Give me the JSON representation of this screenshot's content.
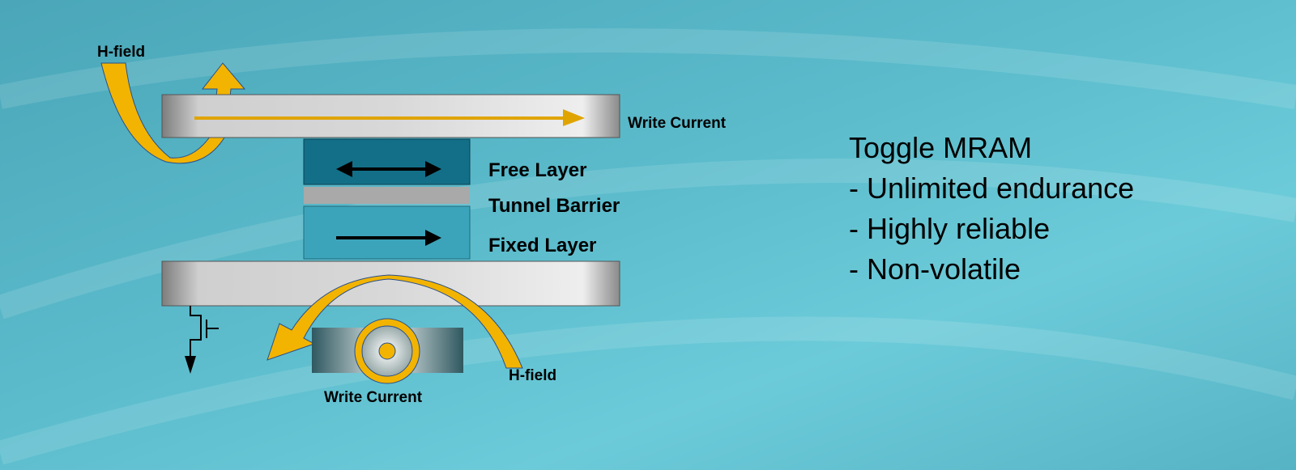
{
  "diagram": {
    "labels": {
      "h_field_top": "H-field",
      "write_current_top": "Write Current",
      "free_layer": "Free Layer",
      "tunnel_barrier": "Tunnel Barrier",
      "fixed_layer": "Fixed Layer",
      "h_field_bottom": "H-field",
      "write_current_bottom": "Write Current"
    },
    "colors": {
      "arrow": "#f2b400",
      "free_layer": "#136f88",
      "fixed_layer": "#3ca4ba",
      "barrier": "#a9a9a9"
    }
  },
  "summary": {
    "title": "Toggle MRAM",
    "items": [
      "- Unlimited endurance",
      "- Highly reliable",
      "- Non-volatile"
    ]
  }
}
